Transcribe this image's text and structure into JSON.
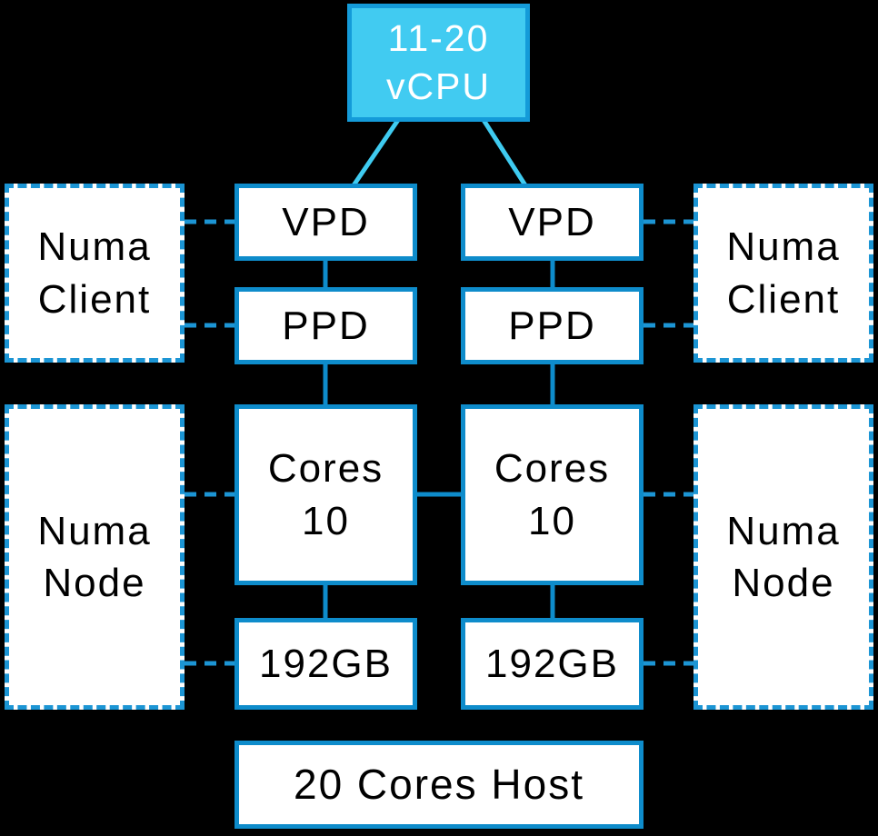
{
  "diagram": {
    "nodes": {
      "vcpu": {
        "lines": [
          "11-20",
          "vCPU"
        ]
      },
      "numa_client_left": {
        "lines": [
          "Numa",
          "Client"
        ]
      },
      "numa_client_right": {
        "lines": [
          "Numa",
          "Client"
        ]
      },
      "vpd_left": {
        "label": "VPD"
      },
      "vpd_right": {
        "label": "VPD"
      },
      "ppd_left": {
        "label": "PPD"
      },
      "ppd_right": {
        "label": "PPD"
      },
      "cores_left": {
        "lines": [
          "Cores",
          "10"
        ]
      },
      "cores_right": {
        "lines": [
          "Cores",
          "10"
        ]
      },
      "mem_left": {
        "label": "192GB"
      },
      "mem_right": {
        "label": "192GB"
      },
      "numa_node_left": {
        "lines": [
          "Numa",
          "Node"
        ]
      },
      "numa_node_right": {
        "lines": [
          "Numa",
          "Node"
        ]
      },
      "host": {
        "label": "20 Cores Host"
      }
    },
    "edges": [
      {
        "from": "vcpu",
        "to": "vpd_left",
        "style": "cyan-diagonal"
      },
      {
        "from": "vcpu",
        "to": "vpd_right",
        "style": "cyan-diagonal"
      },
      {
        "from": "vpd_left",
        "to": "ppd_left",
        "style": "solid"
      },
      {
        "from": "vpd_right",
        "to": "ppd_right",
        "style": "solid"
      },
      {
        "from": "ppd_left",
        "to": "cores_left",
        "style": "solid"
      },
      {
        "from": "ppd_right",
        "to": "cores_right",
        "style": "solid"
      },
      {
        "from": "cores_left",
        "to": "cores_right",
        "style": "solid"
      },
      {
        "from": "cores_left",
        "to": "mem_left",
        "style": "solid"
      },
      {
        "from": "cores_right",
        "to": "mem_right",
        "style": "solid"
      },
      {
        "from": "numa_client_left",
        "to": "vpd_left",
        "style": "dashed"
      },
      {
        "from": "numa_client_left",
        "to": "ppd_left",
        "style": "dashed"
      },
      {
        "from": "numa_client_right",
        "to": "vpd_right",
        "style": "dashed"
      },
      {
        "from": "numa_client_right",
        "to": "ppd_right",
        "style": "dashed"
      },
      {
        "from": "numa_node_left",
        "to": "cores_left",
        "style": "dashed"
      },
      {
        "from": "numa_node_left",
        "to": "mem_left",
        "style": "dashed"
      },
      {
        "from": "numa_node_right",
        "to": "cores_right",
        "style": "dashed"
      },
      {
        "from": "numa_node_right",
        "to": "mem_right",
        "style": "dashed"
      }
    ],
    "colors": {
      "background": "#000000",
      "box_fill": "#FFFFFF",
      "solid_blue": "#0E8CCB",
      "dashed_blue": "#1C95D4",
      "cyan_fill": "#41CBF1",
      "cyan_line": "#3FCBF0",
      "vcpu_border": "#149BD9",
      "text": "#000000",
      "vcpu_text": "#FFFFFF"
    }
  }
}
